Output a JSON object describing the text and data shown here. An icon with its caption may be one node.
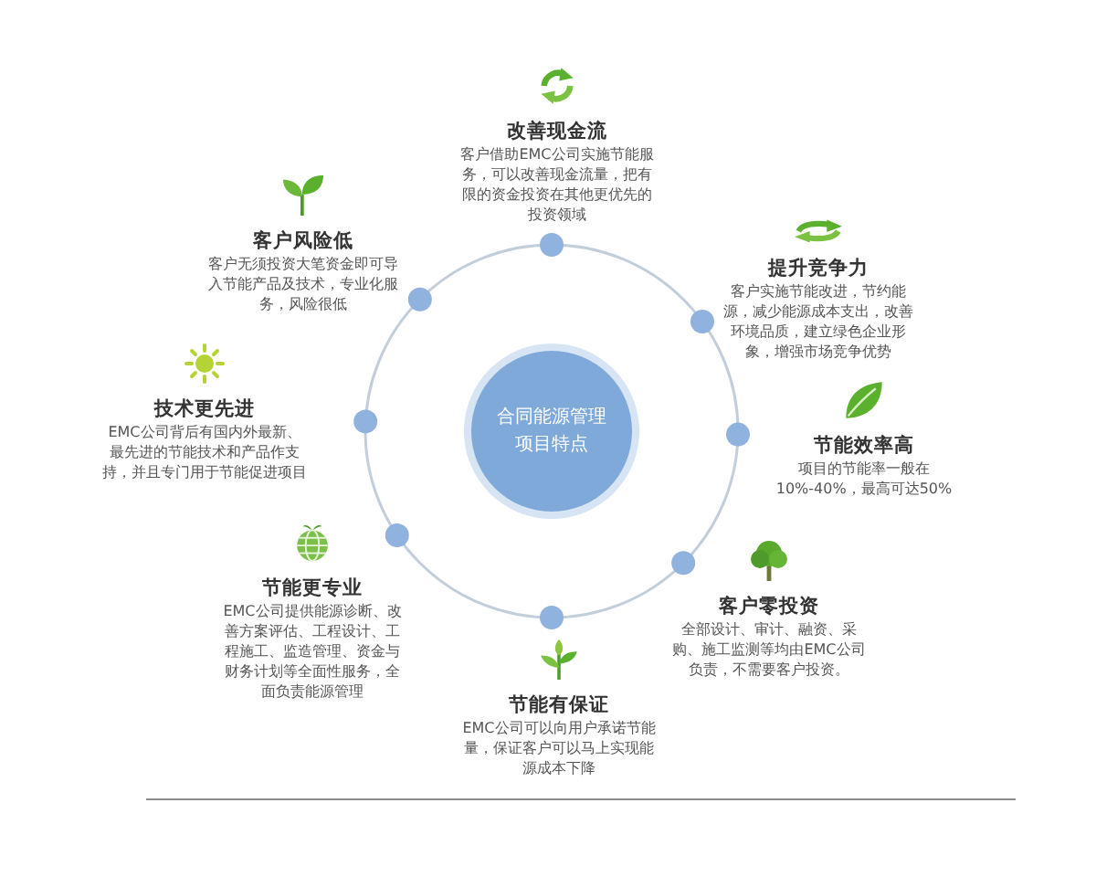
{
  "diagram": {
    "nodes": [
      {
        "text": [
          "合同能源管理项目特点"
        ]
      },
      {
        "text": [
          "改善现金流",
          "客户借助EMC公司实施节能服务，可以改善现金流量，把有限的资金投资在其他更优先的投资领域"
        ]
      },
      {
        "text": [
          "客户风险低",
          "客户无须投资大笔资金即可导入节能产品及技术，专业化服务，风险很低"
        ]
      },
      {
        "text": [
          "提升竞争力",
          "客户实施节能改进，节约能源，减少能源成本支出，改善环境品质，建立绿色企业形象，增强市场竞争优势"
        ]
      },
      {
        "text": [
          "技术更先进",
          "EMC公司背后有国内外最新、最先进的节能技术和产品作支持，并且专门用于节能促进项目"
        ]
      },
      {
        "text": [
          "节能效率高",
          "项目的节能率一般在10%-40%，最高可达50%"
        ]
      },
      {
        "text": [
          "节能更专业",
          "EMC公司提供能源诊断、改善方案评估、工程设计、工程施工、监造管理、资金与财务计划等全面性服务，全面负责能源管理"
        ]
      },
      {
        "text": [
          "客户零投资",
          "全部设计、审计、融资、采购、施工监测等均由EMC公司负责，不需要客户投资。"
        ]
      },
      {
        "text": [
          "节能有保证",
          "EMC公司可以向用户承诺节能量，保证客户可以马上实现能源成本下降"
        ]
      }
    ]
  }
}
